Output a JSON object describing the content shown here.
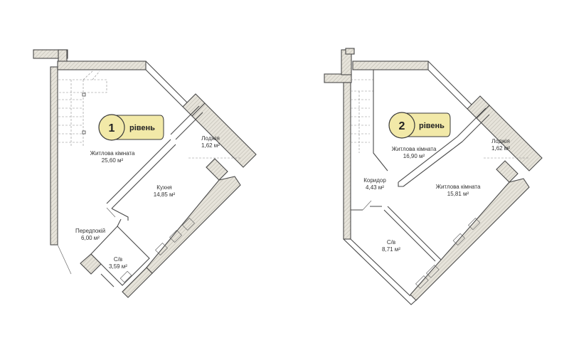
{
  "colors": {
    "badge_fill": "#f2e9a8",
    "badge_border": "#3a3a3a",
    "wall_fill": "#d9d7cf"
  },
  "level1": {
    "badge": {
      "number": "1",
      "word": "рівень"
    },
    "rooms": [
      {
        "name": "Житлова кімната",
        "area": "25,60 м²"
      },
      {
        "name": "Лоджія",
        "area": "1,62 м²"
      },
      {
        "name": "Кухня",
        "area": "14,85 м²"
      },
      {
        "name": "Передпокій",
        "area": "6,00 м²"
      },
      {
        "name": "С/в",
        "area": "3,59 м²"
      }
    ]
  },
  "level2": {
    "badge": {
      "number": "2",
      "word": "рівень"
    },
    "rooms": [
      {
        "name": "Житлова кімната",
        "area": "16,90 м²"
      },
      {
        "name": "Лоджія",
        "area": "1,62 м²"
      },
      {
        "name": "Коридор",
        "area": "4,43 м²"
      },
      {
        "name": "Житлова кімната",
        "area": "15,81 м²"
      },
      {
        "name": "С/в",
        "area": "8,71 м²"
      }
    ]
  }
}
